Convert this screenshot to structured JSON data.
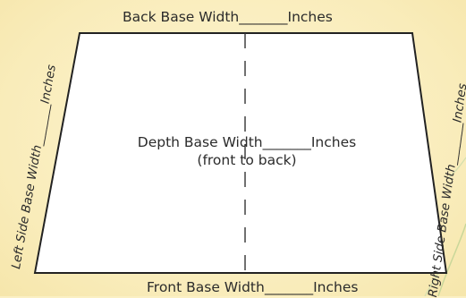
{
  "labels": {
    "back": "Back Base Width_______Inches",
    "front": "Front Base Width_______Inches",
    "depth": "Depth Base Width_______Inches",
    "depth_note": "(front to back)",
    "left_side": "Left Side Base Width_______Inches",
    "right_side": "Right Side Base Width_______Inches"
  },
  "colors": {
    "background": "#fbf0c4",
    "shape_fill": "#ffffff",
    "outline": "#222222",
    "decor_line": "#c9d79a"
  }
}
